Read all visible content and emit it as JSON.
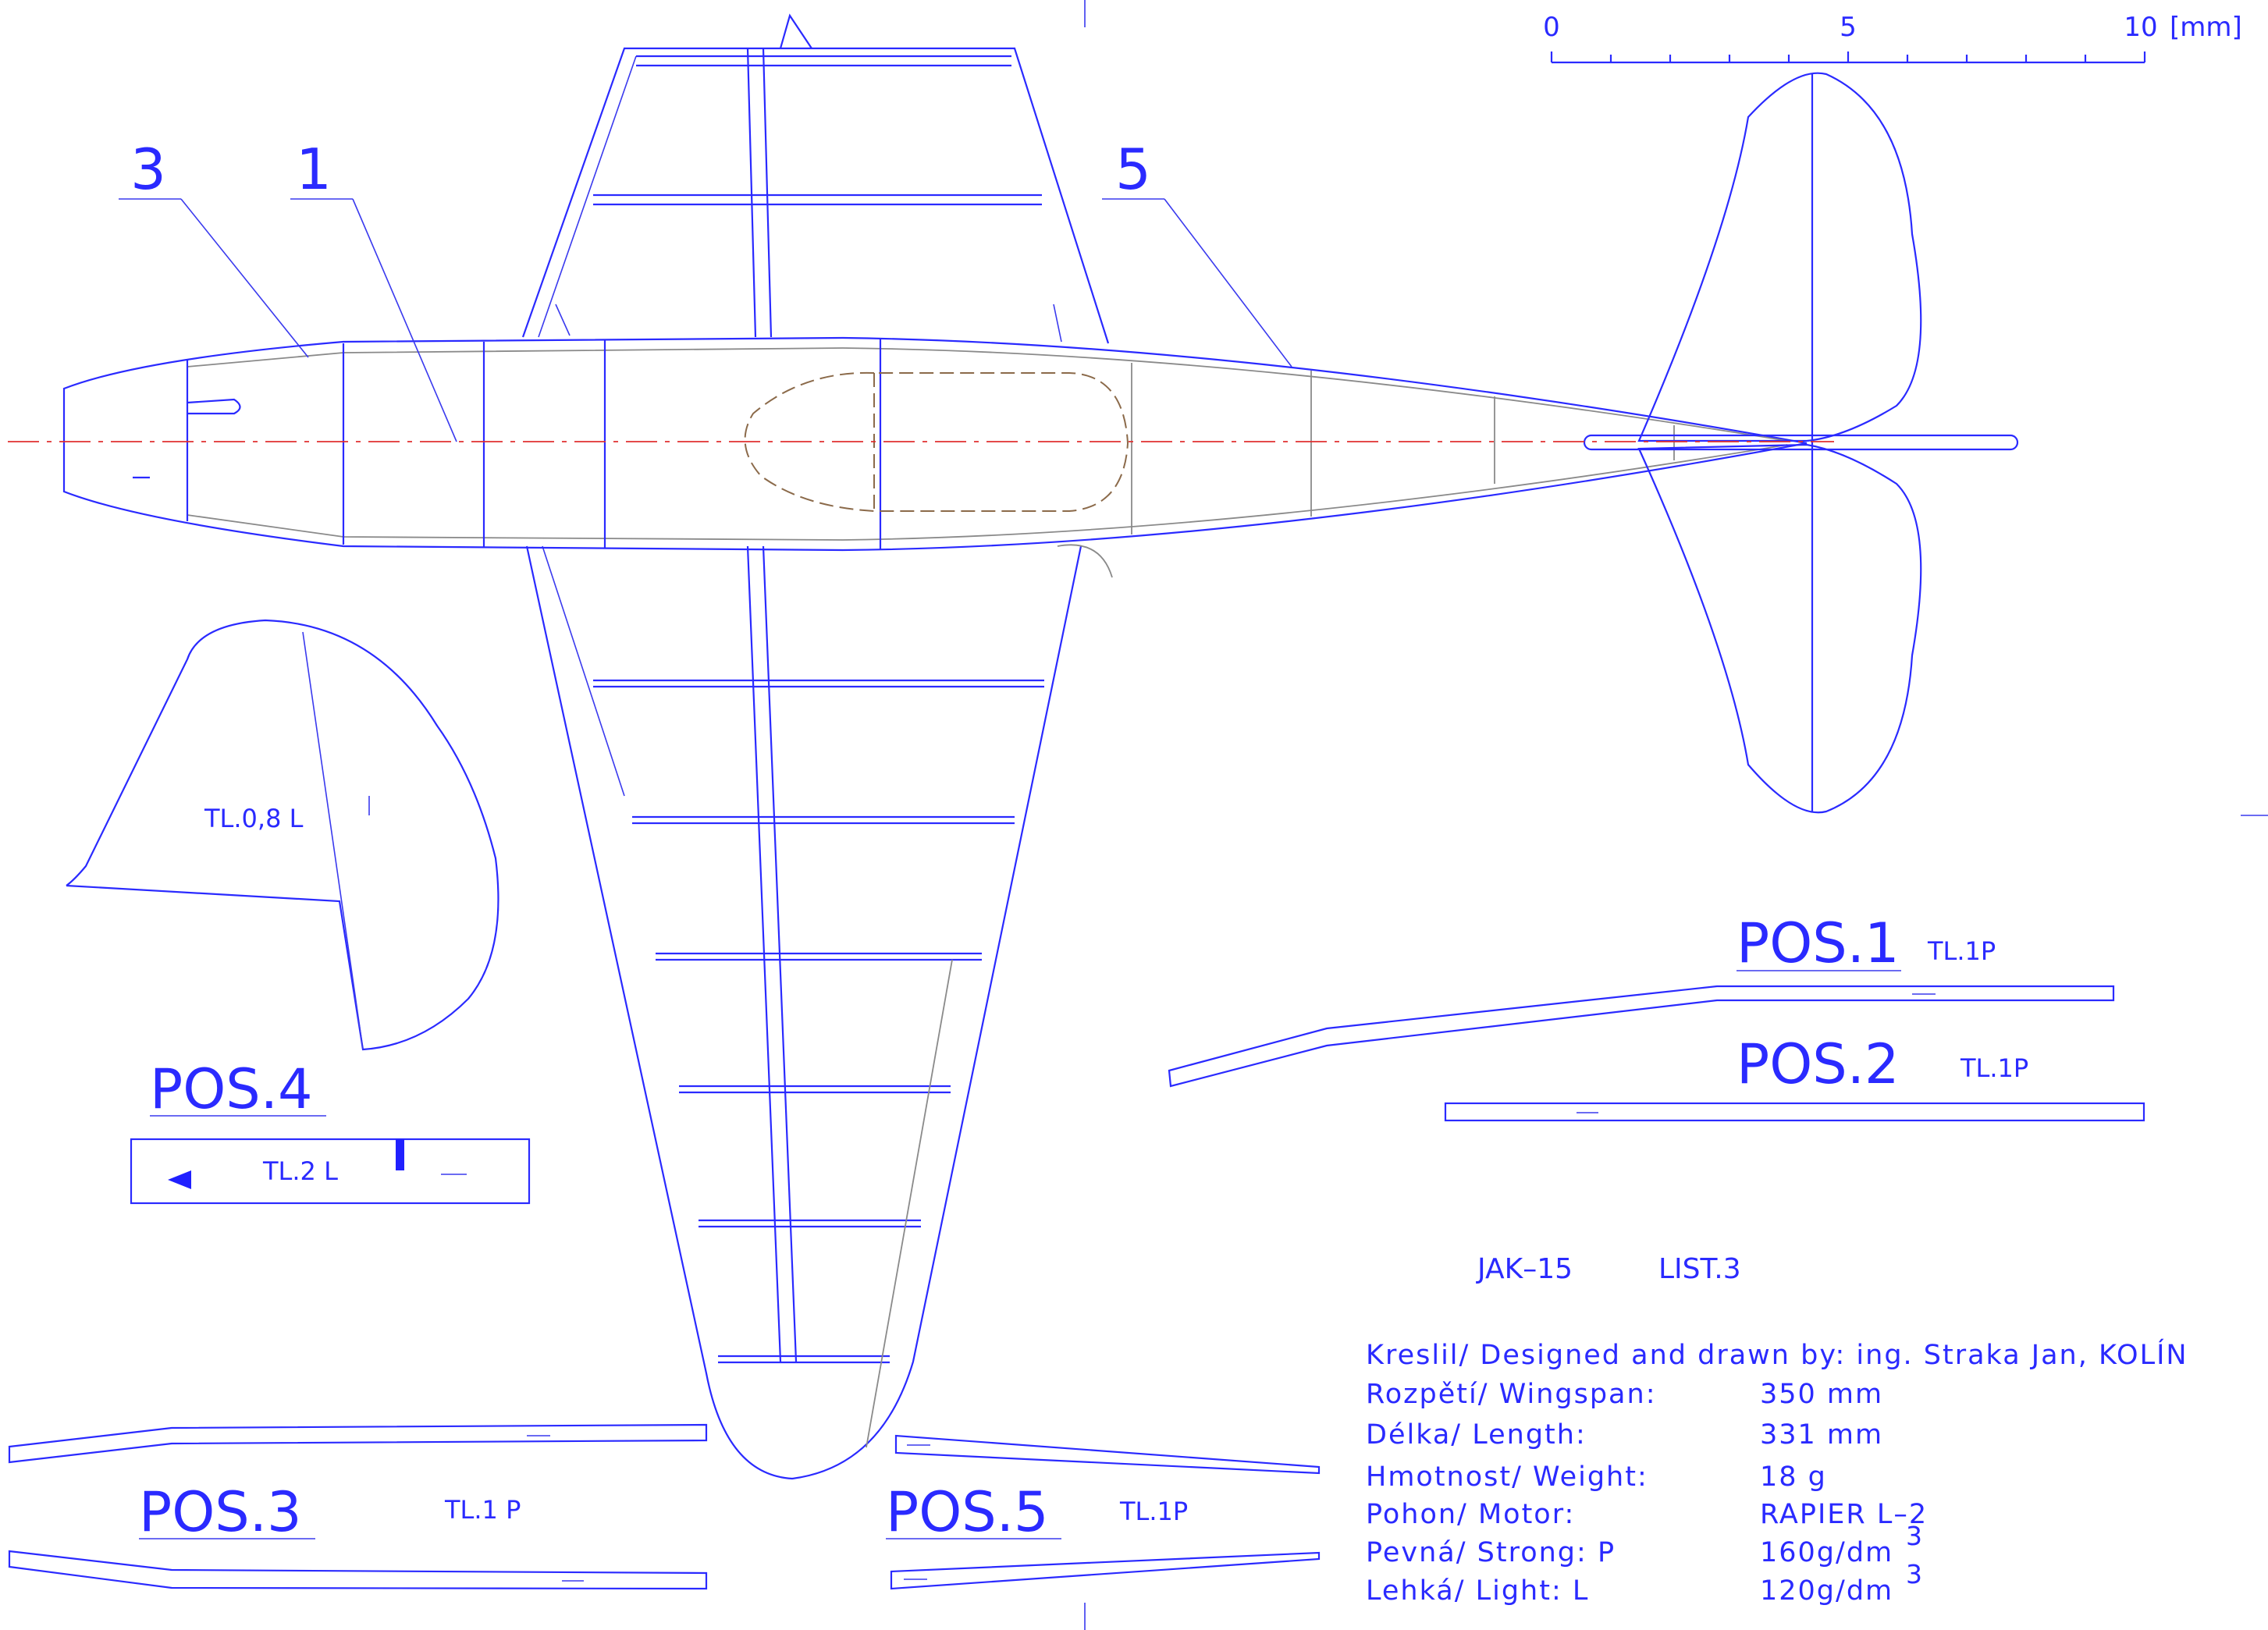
{
  "scale_bar": {
    "ticks": [
      "0",
      "5",
      "10"
    ],
    "unit": "[mm]"
  },
  "callouts": [
    "3",
    "1",
    "5"
  ],
  "parts": {
    "pos1": {
      "name": "POS.1",
      "thickness": "TL.1P"
    },
    "pos2": {
      "name": "POS.2",
      "thickness": "TL.1P"
    },
    "pos3": {
      "name": "POS.3",
      "thickness": "TL.1 P"
    },
    "pos4": {
      "name": "POS.4",
      "thickness": "TL.2 L"
    },
    "pos5": {
      "name": "POS.5",
      "thickness": "TL.1P"
    },
    "fin": {
      "thickness": "TL.0,8 L"
    }
  },
  "title_block": {
    "model": "JAK–15",
    "sheet": "LIST.3",
    "rows": [
      {
        "label": "Kreslil/ Designed and drawn by: ing. Straka Jan, KOLÍN",
        "value": ""
      },
      {
        "label": "Rozpětí/ Wingspan:",
        "value": "350  mm"
      },
      {
        "label": "Délka/ Length:",
        "value": "331  mm"
      },
      {
        "label": "Hmotnost/ Weight:",
        "value": "18  g"
      },
      {
        "label": "Pohon/ Motor:",
        "value": "RAPIER  L–2"
      },
      {
        "label": "Pevná/ Strong: P",
        "value": "160g/dm",
        "sup": "3"
      },
      {
        "label": "Lehká/ Light: L",
        "value": "120g/dm",
        "sup": "3"
      }
    ]
  },
  "colors": {
    "line": "#2a2aff",
    "center_line": "#e03030",
    "rib": "#8a8a8a",
    "canopy": "#8b6a4a"
  }
}
